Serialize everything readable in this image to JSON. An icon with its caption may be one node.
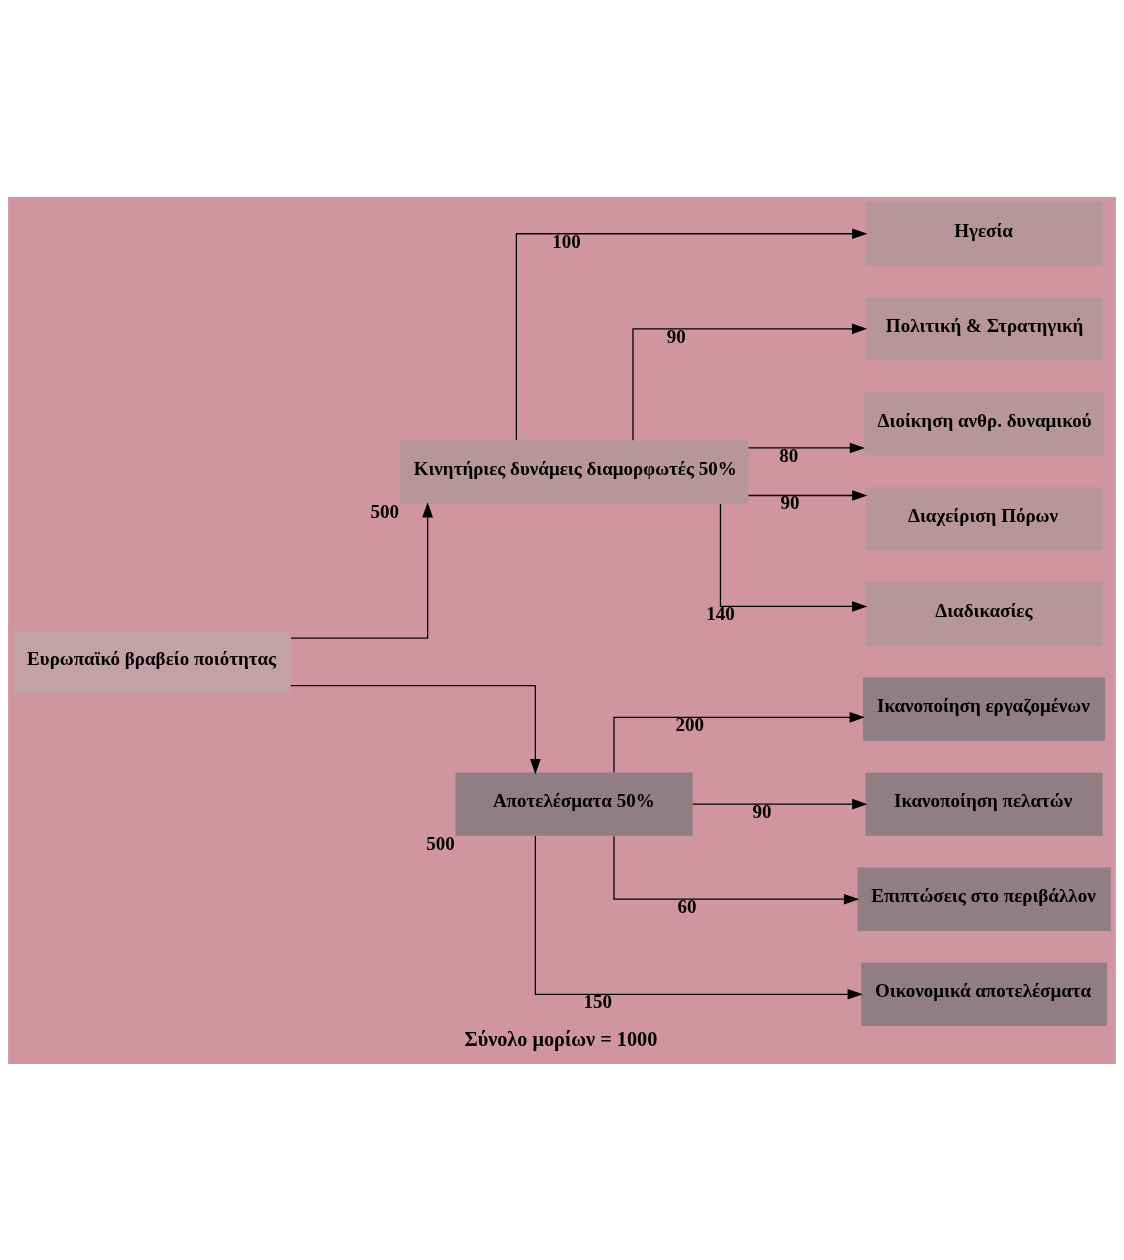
{
  "diagram": {
    "caption": "Σύνολο μορίων = 1000",
    "nodes": [
      {
        "text": [
          "Ευρωπαϊκό βραβείο ποιότητας"
        ]
      },
      {
        "text": [
          "Κινητήριες δυνάμεις διαμορφωτές 50%"
        ],
        "beside": [
          "500"
        ]
      },
      {
        "text": [
          "Αποτελέσματα 50%"
        ],
        "beside": [
          "500"
        ]
      },
      {
        "text": [
          "Ηγεσία"
        ]
      },
      {
        "text": [
          "Πολιτική & Στρατηγική"
        ]
      },
      {
        "text": [
          "Διοίκηση ανθρ. δυναμικού"
        ]
      },
      {
        "text": [
          "Διαχείριση Πόρων"
        ]
      },
      {
        "text": [
          "Διαδικασίες"
        ]
      },
      {
        "text": [
          "Ικανοποίηση εργαζομένων"
        ]
      },
      {
        "text": [
          "Ικανοποίηση πελατών"
        ]
      },
      {
        "text": [
          "Επιπτώσεις στο περιβάλλον"
        ]
      },
      {
        "text": [
          "Οικονομικά αποτελέσματα"
        ]
      }
    ],
    "edges": [
      {
        "from": 0,
        "to": 1,
        "arrow": "to"
      },
      {
        "from": 0,
        "to": 2,
        "arrow": "to"
      },
      {
        "from": 1,
        "to": 3,
        "arrow": "to",
        "label": "100"
      },
      {
        "from": 1,
        "to": 4,
        "arrow": "to",
        "label": "90"
      },
      {
        "from": 1,
        "to": 5,
        "arrow": "to",
        "label": "80"
      },
      {
        "from": 1,
        "to": 6,
        "arrow": "to",
        "label": "90"
      },
      {
        "from": 1,
        "to": 7,
        "arrow": "to",
        "label": "140"
      },
      {
        "from": 2,
        "to": 8,
        "arrow": "to",
        "label": "200"
      },
      {
        "from": 2,
        "to": 9,
        "arrow": "to",
        "label": "90"
      },
      {
        "from": 2,
        "to": 10,
        "arrow": "to",
        "label": "60"
      },
      {
        "from": 2,
        "to": 11,
        "arrow": "to",
        "label": "150"
      }
    ]
  }
}
